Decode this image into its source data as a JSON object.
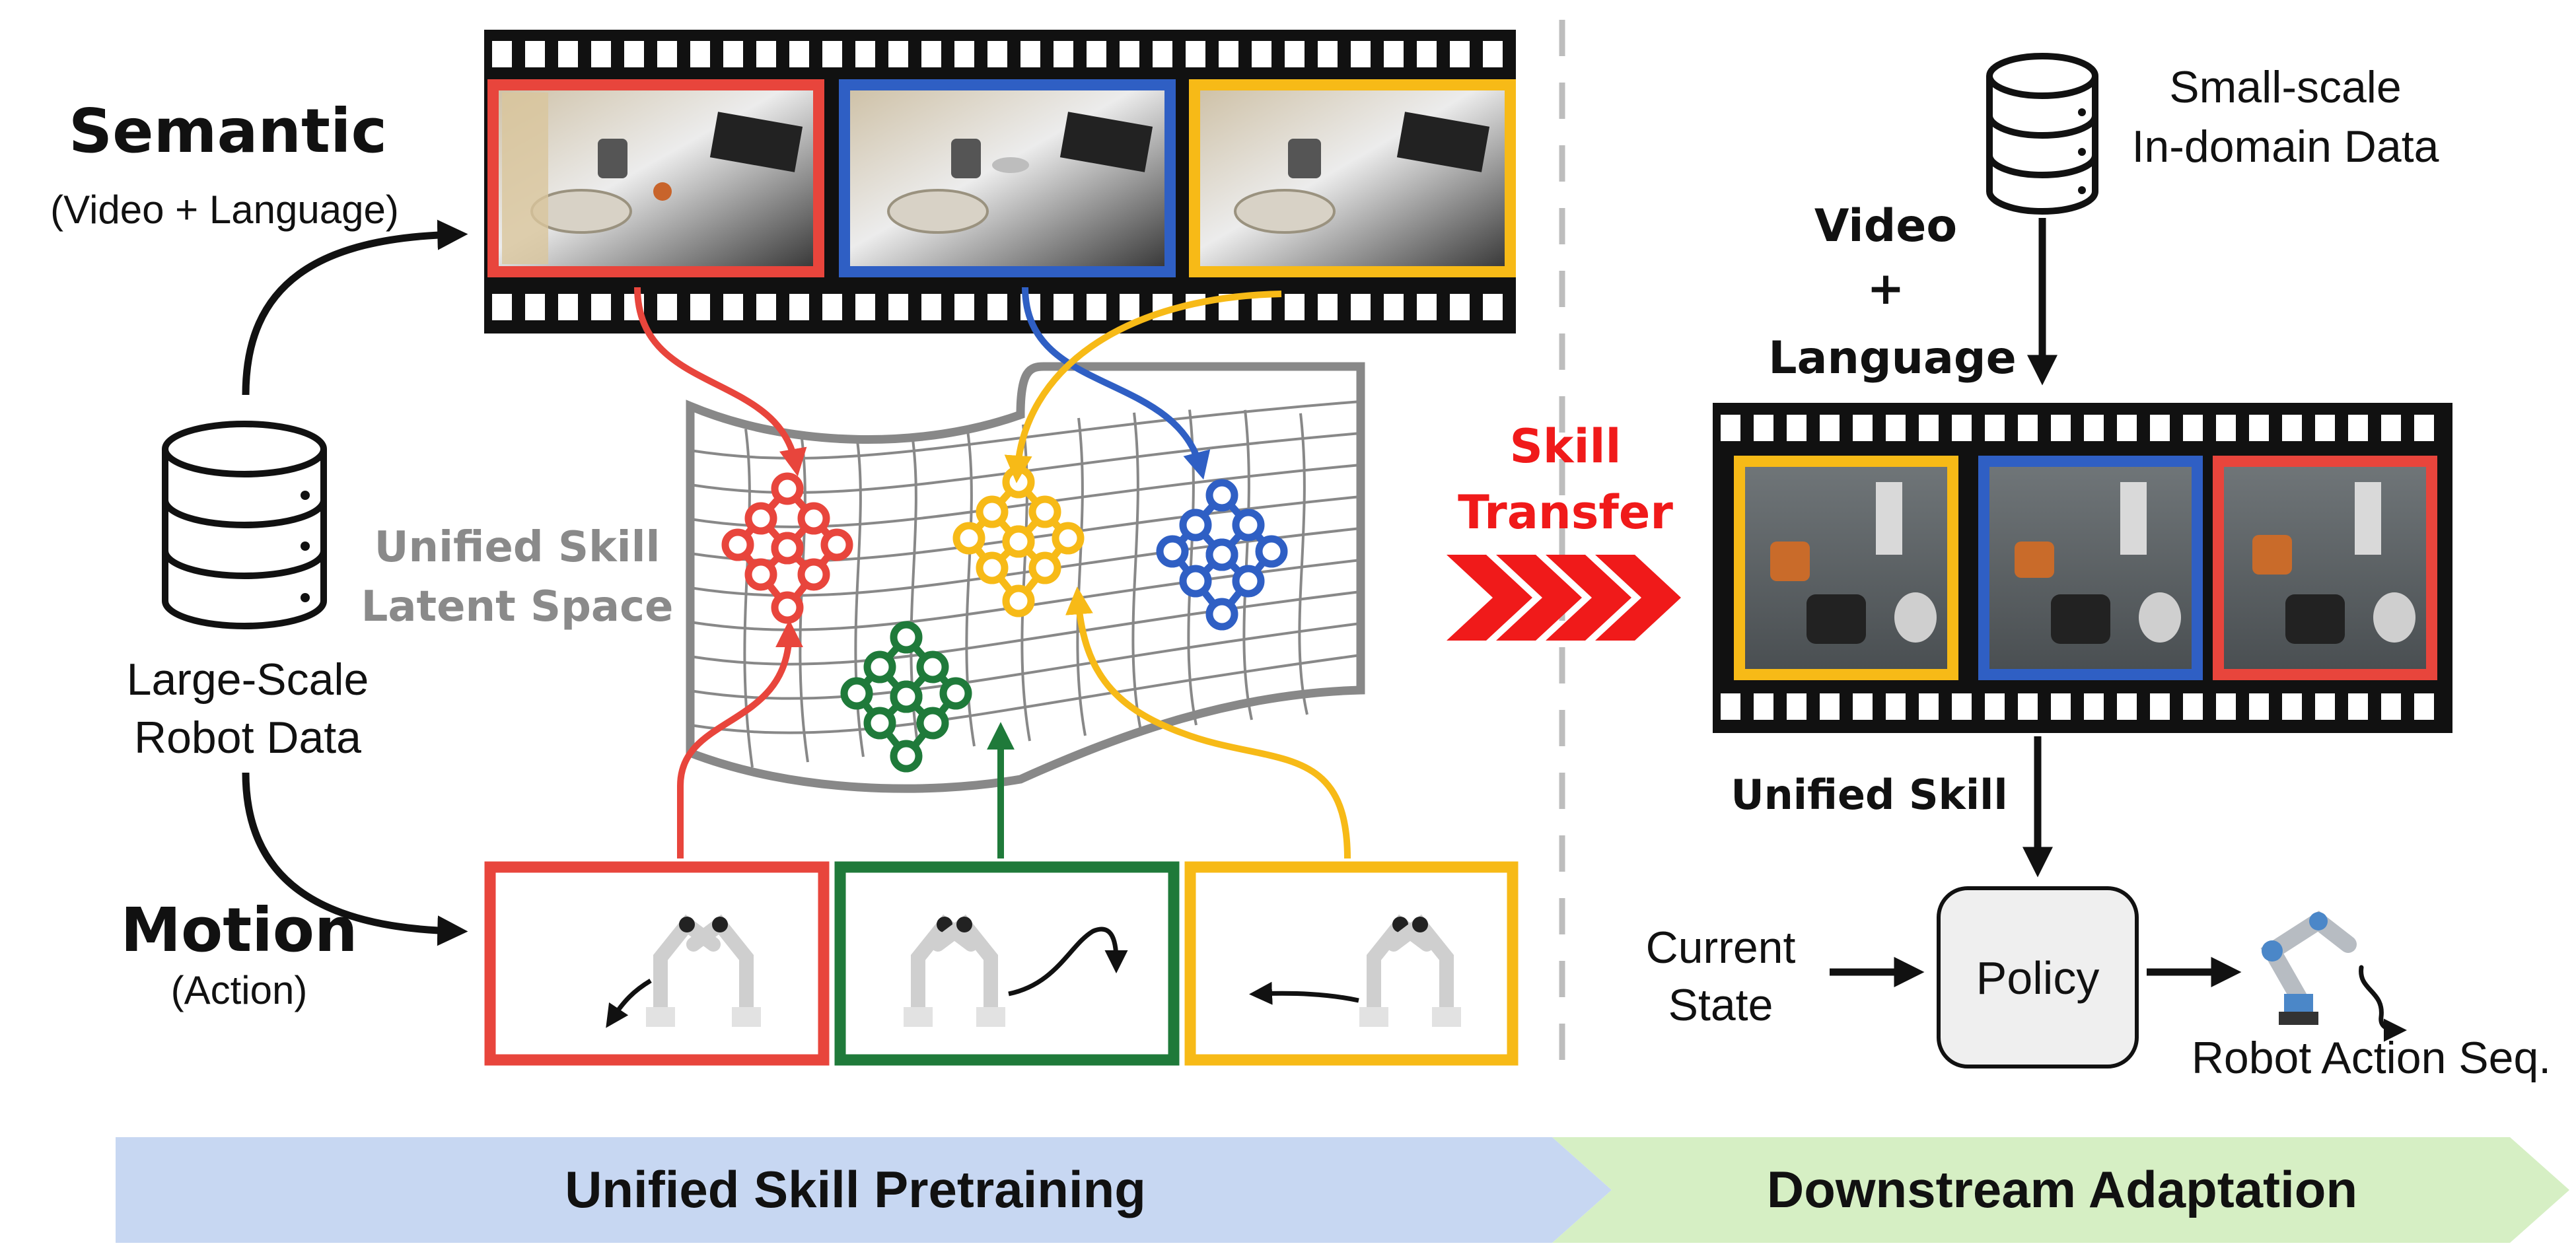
{
  "colors": {
    "red": "#E8453C",
    "blue": "#2F5FC4",
    "yellow": "#F7BA17",
    "green": "#1F7A3A",
    "gray": "#8A8A8A",
    "black": "#111111",
    "pretrain_bar": "#C7D7F2",
    "adapt_bar": "#D6EFC4",
    "transfer": "#F01A1A"
  },
  "icons": [
    "database-icon",
    "neural-network-icon",
    "robot-arm-icon",
    "film-strip-icon",
    "chevron-arrow-icon"
  ],
  "left": {
    "semantic_title": "Semantic",
    "semantic_sub": "(Video + Language)",
    "motion_title": "Motion",
    "motion_sub": "(Action)",
    "db_label_1": "Large-Scale",
    "db_label_2": "Robot Data",
    "latent_label_1": "Unified Skill",
    "latent_label_2": "Latent Space"
  },
  "middle": {
    "transfer_1": "Skill",
    "transfer_2": "Transfer"
  },
  "right": {
    "data_label_1": "Small-scale",
    "data_label_2": "In-domain Data",
    "video_1": "Video",
    "video_2": "+",
    "video_3": "Language",
    "unified_skill": "Unified Skill",
    "current_1": "Current",
    "current_2": "State",
    "policy": "Policy",
    "robot_action": "Robot Action Seq."
  },
  "bottom": {
    "pretraining": "Unified Skill Pretraining",
    "adaptation": "Downstream Adaptation"
  }
}
